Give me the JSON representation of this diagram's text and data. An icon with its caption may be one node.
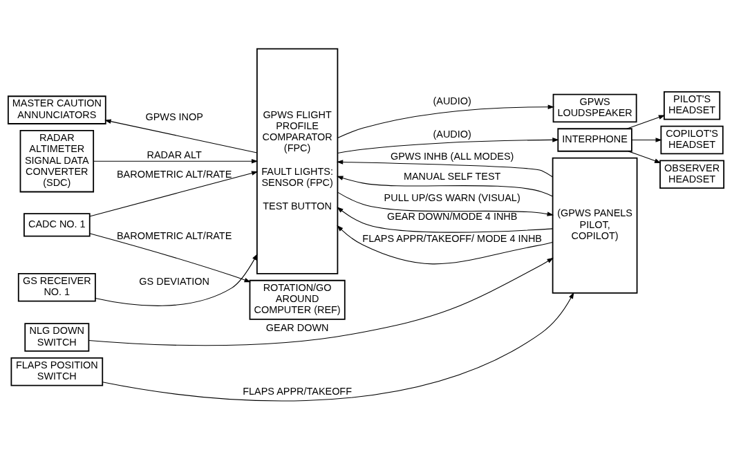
{
  "diagram": {
    "nodes": [
      {
        "text": [
          "NLG DOWN SWITCH"
        ]
      },
      {
        "text": [
          "FLAPS POSITION SWITCH"
        ]
      },
      {
        "text": [
          "RADAR ALTIMETER SIGNAL DATA CONVERTER (SDC)"
        ]
      },
      {
        "text": [
          "CADC NO. 1"
        ]
      },
      {
        "text": [
          "ROTATION/GO AROUND COMPUTER (REF)"
        ]
      },
      {
        "text": [
          "GS RECEIVER NO. 1"
        ]
      },
      {
        "text": [
          "MASTER CAUTION ANNUNCIATORS"
        ]
      },
      {
        "text": [
          "GPWS FLIGHT PROFILE COMPARATOR (FPC)",
          "FAULT LIGHTS: SENSOR (FPC)",
          "TEST BUTTON"
        ]
      },
      {
        "text": [
          "(GPWS PANELS PILOT, COPILOT)"
        ]
      },
      {
        "text": [
          "GPWS LOUDSPEAKER"
        ]
      },
      {
        "text": [
          "INTERPHONE"
        ]
      },
      {
        "text": [
          "PILOT'S HEADSET"
        ]
      },
      {
        "text": [
          "COPILOT'S HEADSET"
        ]
      },
      {
        "text": [
          "OBSERVER HEADSET"
        ]
      }
    ],
    "edges": [
      {
        "from": 0,
        "to": 8,
        "arrow": "to",
        "label": "GEAR DOWN"
      },
      {
        "from": 1,
        "to": 8,
        "arrow": "to",
        "label": "FLAPS APPR/TAKEOFF"
      },
      {
        "from": 8,
        "to": 7,
        "arrow": "to",
        "label": "GEAR DOWN/MODE 4 INHB"
      },
      {
        "from": 8,
        "to": 7,
        "arrow": "to",
        "label": "FLAPS APPR/TAKEOFF/ MODE 4 INHB"
      },
      {
        "from": 8,
        "to": 7,
        "arrow": "to",
        "label": "GPWS INHB (ALL MODES)"
      },
      {
        "from": 8,
        "to": 7,
        "arrow": "to",
        "label": "MANUAL SELF TEST"
      },
      {
        "from": 7,
        "to": 8,
        "arrow": "to",
        "label": "PULL UP/GS WARN (VISUAL)"
      },
      {
        "from": 2,
        "to": 7,
        "arrow": "to",
        "label": "RADAR ALT"
      },
      {
        "from": 3,
        "to": 7,
        "arrow": "to",
        "label": "BAROMETRIC ALT/RATE"
      },
      {
        "from": 3,
        "to": 4,
        "arrow": "to",
        "label": "BAROMETRIC ALT/RATE"
      },
      {
        "from": 5,
        "to": 7,
        "arrow": "to",
        "label": "GS DEVIATION"
      },
      {
        "from": 7,
        "to": 6,
        "arrow": "to",
        "label": "GPWS INOP"
      },
      {
        "from": 7,
        "to": 9,
        "arrow": "to",
        "label": "(AUDIO)"
      },
      {
        "from": 7,
        "to": 10,
        "arrow": "to",
        "label": "(AUDIO)"
      },
      {
        "from": 10,
        "to": 11,
        "arrow": "to"
      },
      {
        "from": 10,
        "to": 12,
        "arrow": "to"
      },
      {
        "from": 10,
        "to": 13,
        "arrow": "to"
      }
    ]
  }
}
